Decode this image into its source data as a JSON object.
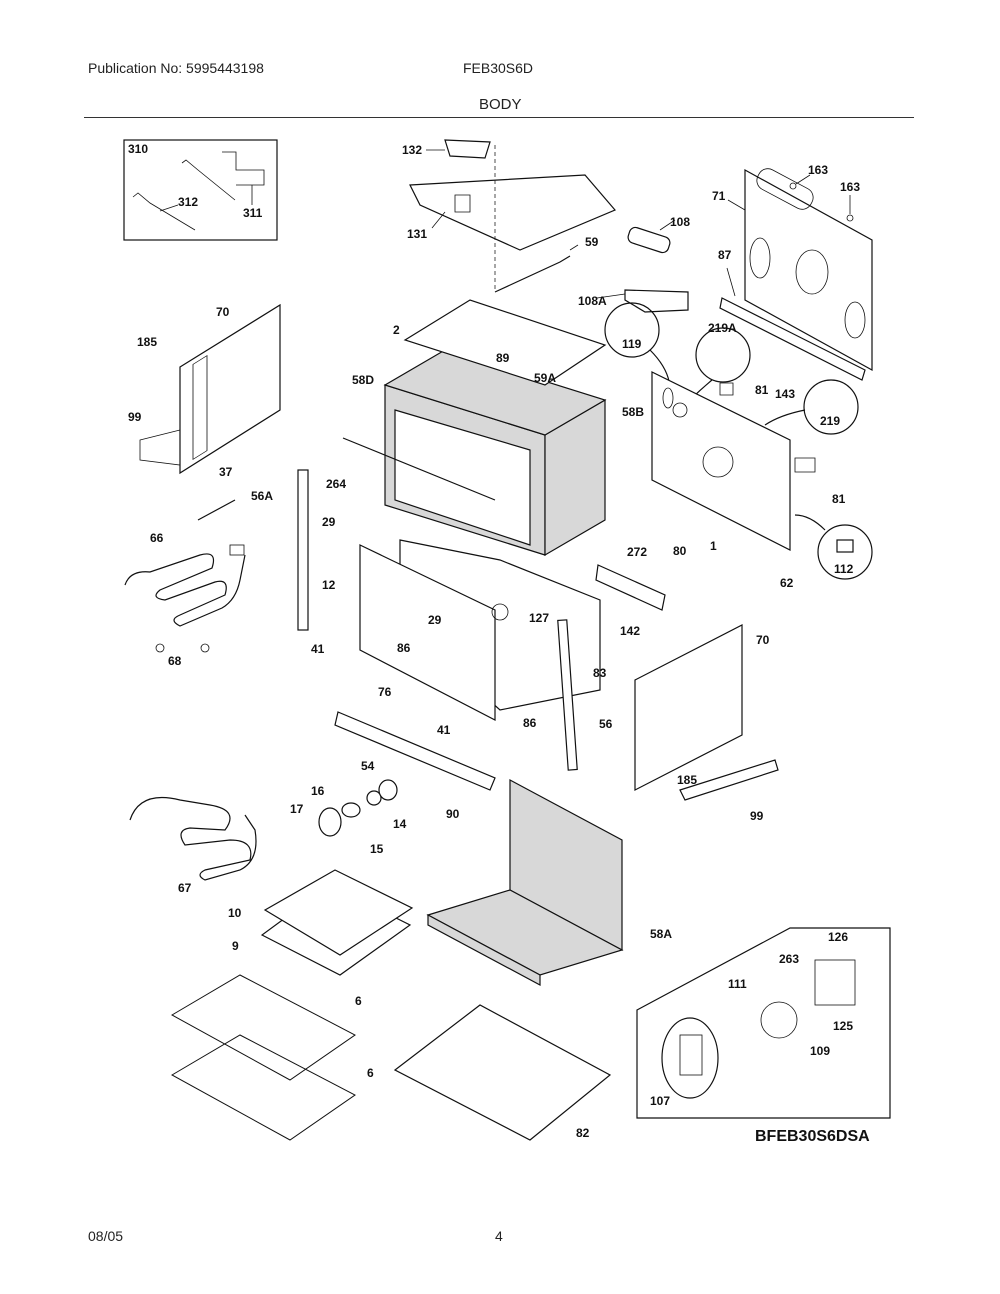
{
  "header": {
    "publication": "Publication No: 5995443198",
    "model": "FEB30S6D",
    "section_title": "BODY"
  },
  "footer": {
    "date": "08/05",
    "page_number": "4"
  },
  "diagram_code": "BFEB30S6DSA",
  "parts": {
    "p310": "310",
    "p311": "311",
    "p312": "312",
    "p132": "132",
    "p131": "131",
    "p59": "59",
    "p108": "108",
    "p108A": "108A",
    "p163a": "163",
    "p163b": "163",
    "p71": "71",
    "p87": "87",
    "p119": "119",
    "p219A": "219A",
    "p219": "219",
    "p143": "143",
    "p81a": "81",
    "p81b": "81",
    "p2": "2",
    "p89": "89",
    "p59A": "59A",
    "p58D": "58D",
    "p58B": "58B",
    "p264": "264",
    "p70a": "70",
    "p185a": "185",
    "p99a": "99",
    "p37": "37",
    "p56A": "56A",
    "p29a": "29",
    "p12": "12",
    "p66": "66",
    "p68": "68",
    "p272": "272",
    "p80": "80",
    "p1": "1",
    "p112": "112",
    "p62": "62",
    "p142": "142",
    "p127": "127",
    "p29b": "29",
    "p41a": "41",
    "p86a": "86",
    "p76": "76",
    "p41b": "41",
    "p86b": "86",
    "p83": "83",
    "p56": "56",
    "p70b": "70",
    "p185b": "185",
    "p99b": "99",
    "p54": "54",
    "p16": "16",
    "p17": "17",
    "p14": "14",
    "p15": "15",
    "p90": "90",
    "p67": "67",
    "p10": "10",
    "p9": "9",
    "p6a": "6",
    "p6b": "6",
    "p58A": "58A",
    "p82": "82",
    "p126": "126",
    "p263": "263",
    "p111": "111",
    "p125": "125",
    "p109": "109",
    "p107": "107"
  }
}
